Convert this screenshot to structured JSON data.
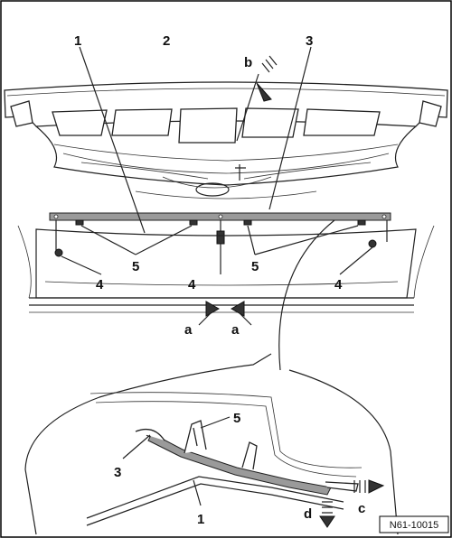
{
  "labels": {
    "part_1_top": "1",
    "part_2": "2",
    "part_3_top": "3",
    "arrow_b": "b",
    "part_5_left": "5",
    "part_5_right": "5",
    "part_4_left": "4",
    "part_4_center": "4",
    "part_4_right": "4",
    "arrow_a_left": "a",
    "arrow_a_right": "a",
    "part_5_detail": "5",
    "part_3_detail": "3",
    "part_1_detail": "1",
    "arrow_d": "d",
    "arrow_c": "c"
  },
  "figure_code": "N61-10015"
}
